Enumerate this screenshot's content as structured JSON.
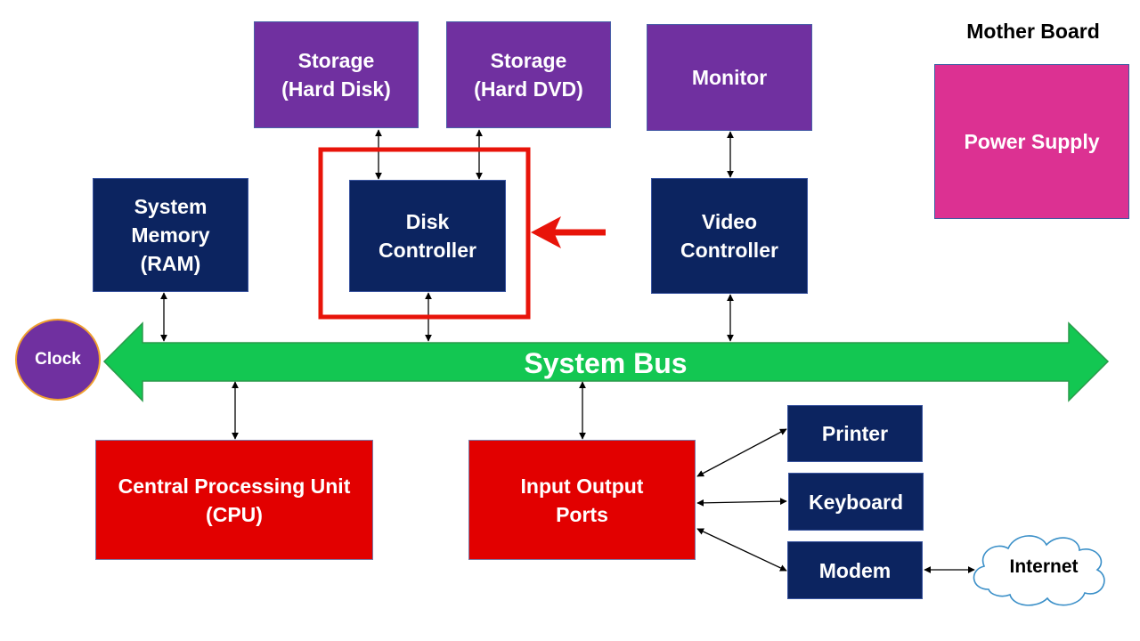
{
  "title": "Mother Board",
  "bus": {
    "label": "System Bus",
    "color": "#13c752"
  },
  "clock": {
    "label": "Clock"
  },
  "internet": {
    "label": "Internet"
  },
  "highlight_color": "#e8140a",
  "components": {
    "storage_disk": {
      "line1": "Storage",
      "line2": "(Hard Disk)"
    },
    "storage_dvd": {
      "line1": "Storage",
      "line2": "(Hard DVD)"
    },
    "monitor": {
      "line1": "Monitor"
    },
    "power_supply": {
      "line1": "Power Supply"
    },
    "system_memory": {
      "line1": "System",
      "line2": "Memory",
      "line3": "(RAM)"
    },
    "disk_controller": {
      "line1": "Disk",
      "line2": "Controller"
    },
    "video_controller": {
      "line1": "Video",
      "line2": "Controller"
    },
    "cpu": {
      "line1": "Central Processing Unit",
      "line2": "(CPU)"
    },
    "io_ports": {
      "line1": "Input Output",
      "line2": "Ports"
    },
    "printer": {
      "line1": "Printer"
    },
    "keyboard": {
      "line1": "Keyboard"
    },
    "modem": {
      "line1": "Modem"
    }
  }
}
